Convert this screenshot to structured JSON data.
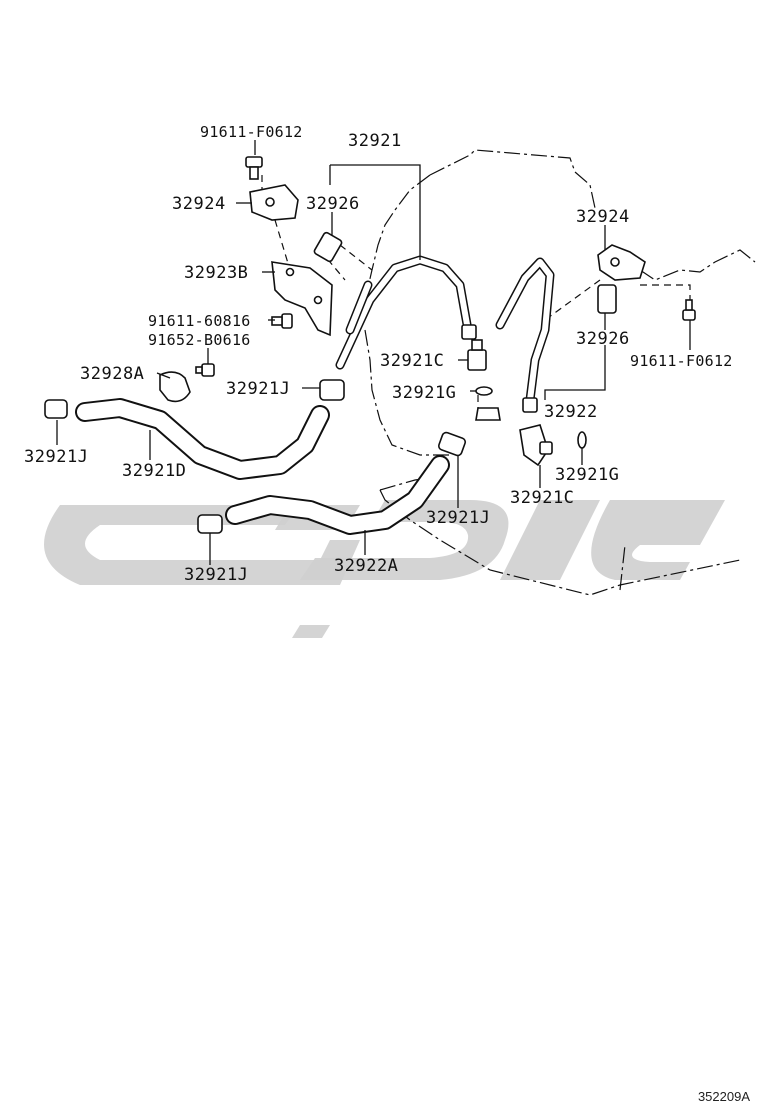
{
  "figure_code": "352209A",
  "callouts": {
    "bolt_top_left": "91611-F0612",
    "pipe_assy_left": "32921",
    "bracket_left": "32924",
    "sleeve_left": "32926",
    "bracket_b": "32923B",
    "bolt_mid": "91611-60816",
    "nut_mid": "91652-B0616",
    "clamp_a": "32928A",
    "clip_j_upper": "32921J",
    "clip_j_far_left": "32921J",
    "hose_d": "32921D",
    "union_c_left": "32921C",
    "gasket_g_left": "32921G",
    "bracket_right": "32924",
    "sleeve_right": "32926",
    "bolt_right": "91611-F0612",
    "pipe_assy_right": "32922",
    "gasket_g_right": "32921G",
    "union_c_right": "32921C",
    "clip_j_mid": "32921J",
    "clip_j_bottom": "32921J",
    "hose_a": "32922A"
  }
}
